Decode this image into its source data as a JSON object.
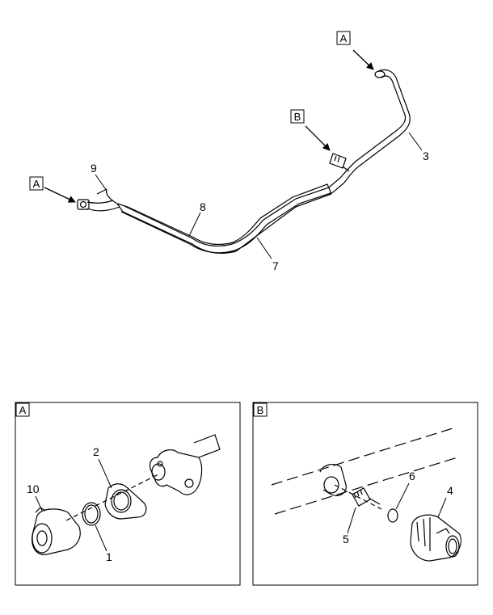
{
  "callouts": {
    "top_a_upper": "A",
    "top_a_left": "A",
    "top_b": "B",
    "n9": "9",
    "n8": "8",
    "n7": "7",
    "n3": "3"
  },
  "detail_a": {
    "label": "A",
    "n2": "2",
    "n10": "10",
    "n1": "1"
  },
  "detail_b": {
    "label": "B",
    "n6": "6",
    "n4": "4",
    "n5": "5"
  }
}
